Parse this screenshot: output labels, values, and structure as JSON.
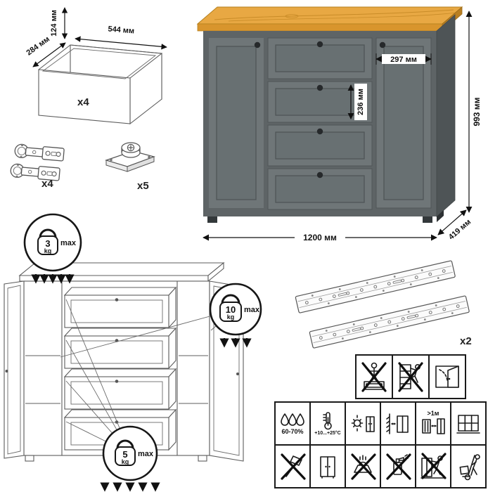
{
  "drawer_box": {
    "height_label": "124 мм",
    "width_label": "544 мм",
    "depth_label": "284 мм",
    "count_label": "x4"
  },
  "hardware": {
    "hinges_count_label": "x4",
    "cam_locks_count_label": "x5"
  },
  "commode": {
    "door_width_label": "297 мм",
    "drawer_height_label": "236 мм",
    "height_label": "993 мм",
    "width_label": "1200 мм",
    "depth_label": "419 мм",
    "colors": {
      "top_wood": "#e8a843",
      "front_gray": "#6f7678",
      "side_gray": "#4e5456",
      "knob": "#26292b"
    }
  },
  "load_limits": {
    "top_surface": {
      "value": "3",
      "unit": "kg",
      "suffix": "max"
    },
    "shelf": {
      "value": "10",
      "unit": "kg",
      "suffix": "max"
    },
    "drawer": {
      "value": "5",
      "unit": "kg",
      "suffix": "max"
    }
  },
  "slides": {
    "count_label": "x2"
  },
  "care_grid": {
    "humidity_label": "60-70%",
    "temperature_label": "+10...+25°C",
    "distance_label": ">1м",
    "top_row_icons": [
      "no-standing-on-drawer",
      "no-climbing",
      "open-window"
    ],
    "row1_icons": [
      "humidity",
      "temperature",
      "no-direct-sunlight",
      "wall-clearance",
      "heat-source-distance",
      "ventilated-room"
    ],
    "row2_icons": [
      "no-hammering",
      "cabinet-doors",
      "no-hot-objects",
      "no-solvents",
      "no-dragging",
      "hand-truck-transport"
    ]
  }
}
